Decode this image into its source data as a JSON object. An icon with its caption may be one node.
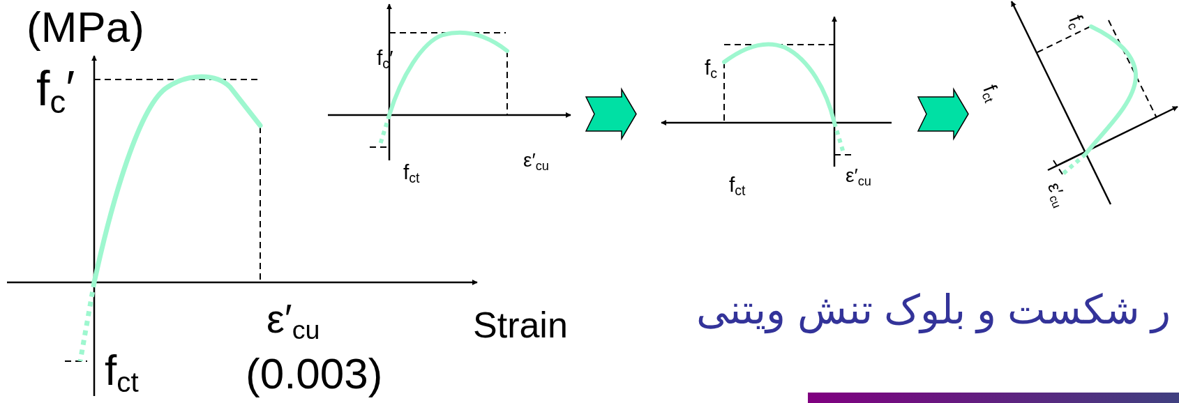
{
  "diagram": {
    "nodes": [
      {
        "text": [
          "f$_{c}$′",
          "ε′$_{cu}$",
          "f$_{ct}$"
        ]
      },
      {
        "text": [
          "f$_{c}$",
          "ε′$_{cu}$",
          "f$_{ct}$"
        ]
      },
      {
        "text": [
          "f$_{c}$",
          "f$_{ct}$",
          "ε′$_{cu}$"
        ]
      }
    ],
    "edges": [
      {
        "from": 0,
        "to": 1,
        "arrow": "to"
      },
      {
        "from": 1,
        "to": 2,
        "arrow": "to"
      }
    ],
    "labels": [
      "(MPa)",
      "f$_{c}$′",
      "ε′$_{cu}$",
      "Strain",
      "ر شکست و بلوک تنش ویتنی",
      "f$_{ct}$",
      "(0.003)"
    ]
  }
}
